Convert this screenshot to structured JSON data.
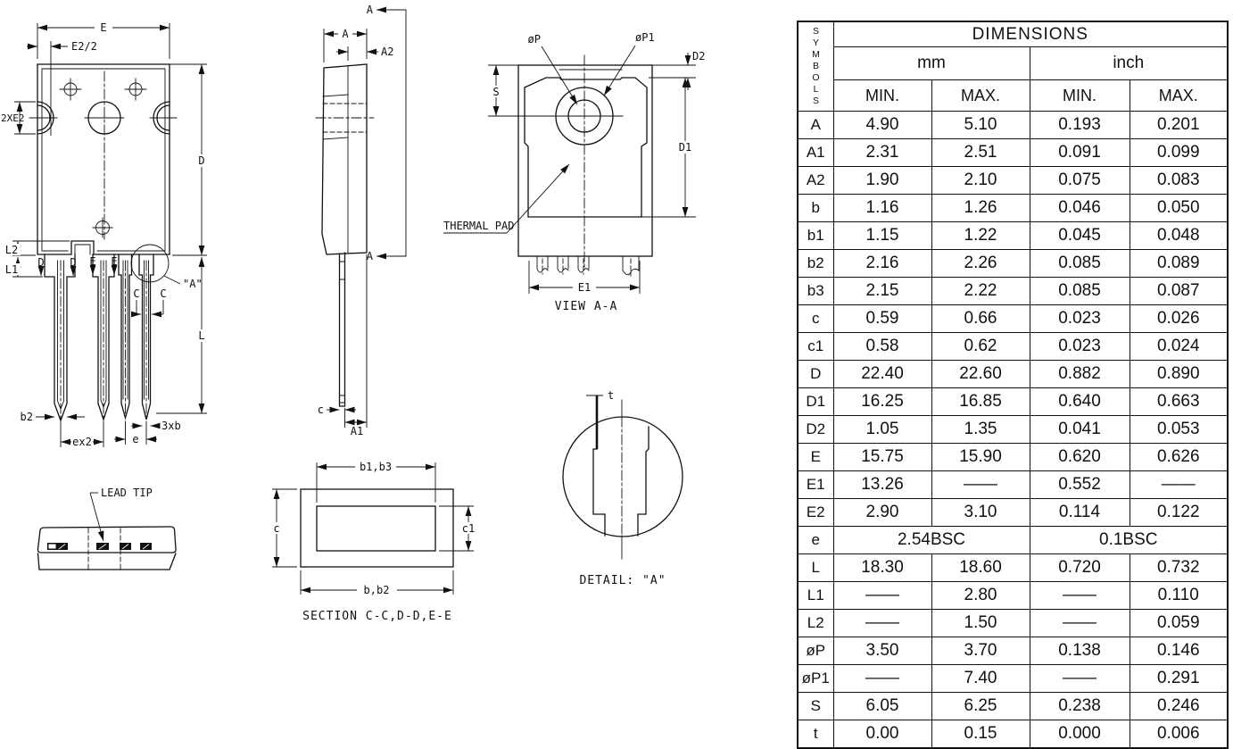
{
  "table": {
    "symbols_header": "SYMBOLS",
    "title": "DIMENSIONS",
    "units": {
      "mm": "mm",
      "inch": "inch"
    },
    "col_headers": [
      "MIN.",
      "MAX.",
      "MIN.",
      "MAX."
    ],
    "rows": [
      {
        "symbol": "A",
        "mm_min": "4.90",
        "mm_max": "5.10",
        "inch_min": "0.193",
        "inch_max": "0.201"
      },
      {
        "symbol": "A1",
        "mm_min": "2.31",
        "mm_max": "2.51",
        "inch_min": "0.091",
        "inch_max": "0.099"
      },
      {
        "symbol": "A2",
        "mm_min": "1.90",
        "mm_max": "2.10",
        "inch_min": "0.075",
        "inch_max": "0.083"
      },
      {
        "symbol": "b",
        "mm_min": "1.16",
        "mm_max": "1.26",
        "inch_min": "0.046",
        "inch_max": "0.050"
      },
      {
        "symbol": "b1",
        "mm_min": "1.15",
        "mm_max": "1.22",
        "inch_min": "0.045",
        "inch_max": "0.048"
      },
      {
        "symbol": "b2",
        "mm_min": "2.16",
        "mm_max": "2.26",
        "inch_min": "0.085",
        "inch_max": "0.089"
      },
      {
        "symbol": "b3",
        "mm_min": "2.15",
        "mm_max": "2.22",
        "inch_min": "0.085",
        "inch_max": "0.087"
      },
      {
        "symbol": "c",
        "mm_min": "0.59",
        "mm_max": "0.66",
        "inch_min": "0.023",
        "inch_max": "0.026"
      },
      {
        "symbol": "c1",
        "mm_min": "0.58",
        "mm_max": "0.62",
        "inch_min": "0.023",
        "inch_max": "0.024"
      },
      {
        "symbol": "D",
        "mm_min": "22.40",
        "mm_max": "22.60",
        "inch_min": "0.882",
        "inch_max": "0.890"
      },
      {
        "symbol": "D1",
        "mm_min": "16.25",
        "mm_max": "16.85",
        "inch_min": "0.640",
        "inch_max": "0.663"
      },
      {
        "symbol": "D2",
        "mm_min": "1.05",
        "mm_max": "1.35",
        "inch_min": "0.041",
        "inch_max": "0.053"
      },
      {
        "symbol": "E",
        "mm_min": "15.75",
        "mm_max": "15.90",
        "inch_min": "0.620",
        "inch_max": "0.626"
      },
      {
        "symbol": "E1",
        "mm_min": "13.26",
        "mm_max": "——",
        "inch_min": "0.552",
        "inch_max": "——"
      },
      {
        "symbol": "E2",
        "mm_min": "2.90",
        "mm_max": "3.10",
        "inch_min": "0.114",
        "inch_max": "0.122"
      },
      {
        "symbol": "e",
        "mm": "2.54BSC",
        "inch": "0.1BSC"
      },
      {
        "symbol": "L",
        "mm_min": "18.30",
        "mm_max": "18.60",
        "inch_min": "0.720",
        "inch_max": "0.732"
      },
      {
        "symbol": "L1",
        "mm_min": "——",
        "mm_max": "2.80",
        "inch_min": "——",
        "inch_max": "0.110"
      },
      {
        "symbol": "L2",
        "mm_min": "——",
        "mm_max": "1.50",
        "inch_min": "——",
        "inch_max": "0.059"
      },
      {
        "symbol": "øP",
        "mm_min": "3.50",
        "mm_max": "3.70",
        "inch_min": "0.138",
        "inch_max": "0.146"
      },
      {
        "symbol": "øP1",
        "mm_min": "——",
        "mm_max": "7.40",
        "inch_min": "——",
        "inch_max": "0.291"
      },
      {
        "symbol": "S",
        "mm_min": "6.05",
        "mm_max": "6.25",
        "inch_min": "0.238",
        "inch_max": "0.246"
      },
      {
        "symbol": "t",
        "mm_min": "0.00",
        "mm_max": "0.15",
        "inch_min": "0.000",
        "inch_max": "0.006"
      }
    ]
  },
  "drawings": {
    "front_view": {
      "dim_e": "E",
      "dim_e2_half": "E2/2",
      "dim_2xe2": "2XE2",
      "dim_d": "D",
      "dim_l": "L",
      "dim_l1": "L1",
      "dim_l2": "L2",
      "dim_b2": "b2",
      "dim_ex2": "ex2",
      "dim_e_pitch": "e",
      "dim_3xb": "3xb",
      "section_d": "D",
      "section_e": "E",
      "section_c": "C",
      "detail_ref": "\"A\""
    },
    "side_view": {
      "section_arrow": "A",
      "dim_a": "A",
      "dim_a1": "A1",
      "dim_a2": "A2",
      "dim_c": "c"
    },
    "view_aa": {
      "caption": "VIEW A-A",
      "dim_p": "øP",
      "dim_p1": "øP1",
      "dim_d1": "D1",
      "dim_d2": "D2",
      "dim_s": "S",
      "dim_e1": "E1",
      "thermal_pad": "THERMAL PAD"
    },
    "detail_a": {
      "caption": "DETAIL: \"A\"",
      "dim_t": "t"
    },
    "lead_tip": {
      "label": "LEAD TIP"
    },
    "section_view": {
      "caption": "SECTION C-C,D-D,E-E",
      "dim_b1b3": "b1,b3",
      "dim_bb2": "b,b2",
      "dim_c": "c",
      "dim_c1": "c1"
    }
  }
}
